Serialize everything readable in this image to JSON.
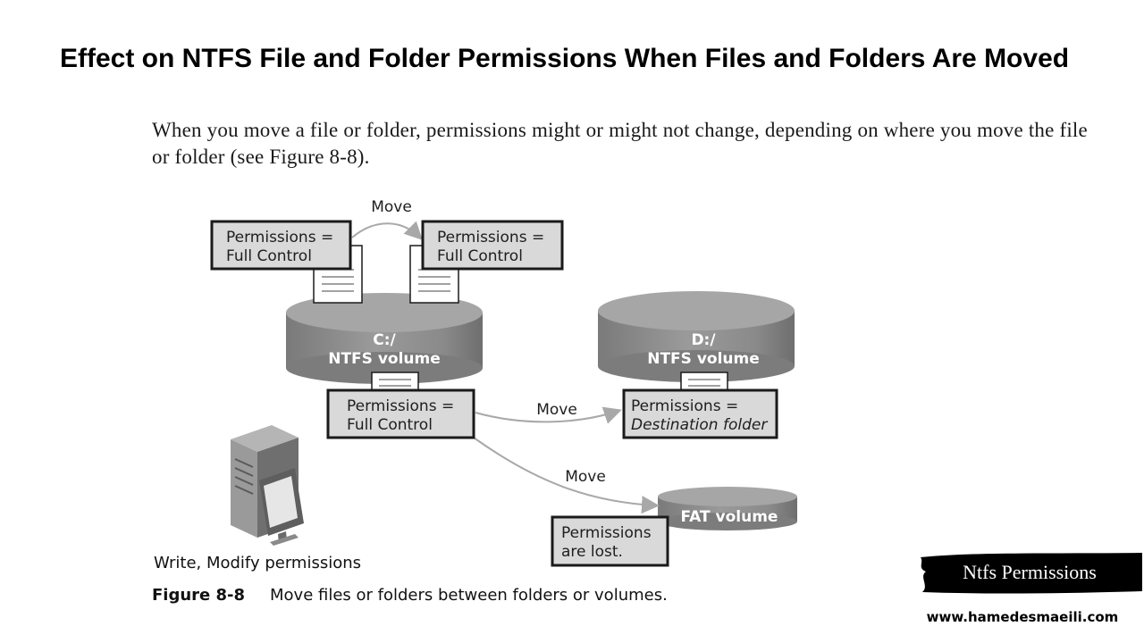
{
  "slide": {
    "title": "Effect on NTFS File and Folder Permissions When Files and Folders Are Moved",
    "intro": "When you move a file or folder, permissions might or might not change, depending on where you move the file or folder (see Figure 8-8)."
  },
  "diagram": {
    "move_label": "Move",
    "perm_full_line1": "Permissions =",
    "perm_full_line2": "Full Control",
    "perm_dest_line1": "Permissions =",
    "perm_dest_line2": "Destination folder",
    "perm_lost_line1": "Permissions",
    "perm_lost_line2": "are lost.",
    "volume_c_line1": "C:/",
    "volume_c_line2": "NTFS volume",
    "volume_d_line1": "D:/",
    "volume_d_line2": "NTFS volume",
    "volume_fat": "FAT volume",
    "server_caption": "Write, Modify permissions",
    "figure_number": "Figure 8-8",
    "figure_caption": "Move files or folders between folders or volumes."
  },
  "branding": {
    "banner_label": "Ntfs Permissions",
    "website": "www.hamedesmaeili.com"
  },
  "colors": {
    "volume_gray": "#8a8a8a",
    "box_fill": "#d9d9d9",
    "box_border": "#1a1a1a",
    "banner": "#000000"
  },
  "icons": [
    "document-icon",
    "server-icon",
    "arrow-icon"
  ]
}
